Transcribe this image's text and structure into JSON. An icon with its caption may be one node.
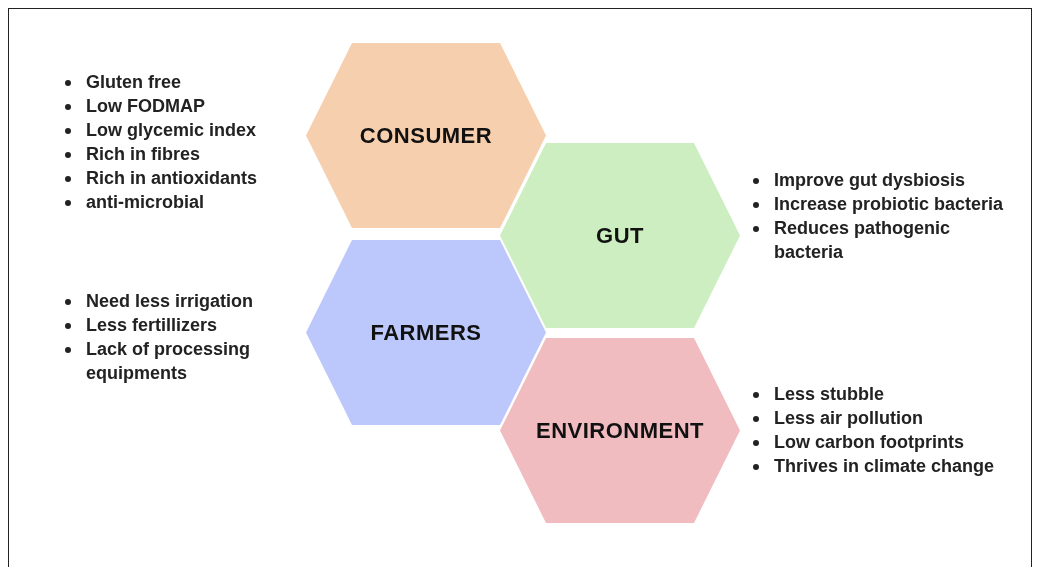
{
  "diagram": {
    "nodes": [
      {
        "text": [
          "CONSUMER"
        ],
        "beside": [
          "Gluten free",
          "Low FODMAP",
          "Low glycemic index",
          "Rich in fibres",
          "Rich in antioxidants",
          "anti-microbial"
        ]
      },
      {
        "text": [
          "GUT"
        ],
        "beside": [
          "Improve gut dysbiosis",
          "Increase probiotic bacteria",
          "Reduces pathogenic bacteria"
        ]
      },
      {
        "text": [
          "FARMERS"
        ],
        "beside": [
          "Need less irrigation",
          "Less fertillizers",
          "Lack of processing equipments"
        ]
      },
      {
        "text": [
          "ENVIRONMENT"
        ],
        "beside": [
          "Less stubble",
          "Less air pollution",
          "Low carbon footprints",
          "Thrives in climate change"
        ]
      }
    ]
  }
}
